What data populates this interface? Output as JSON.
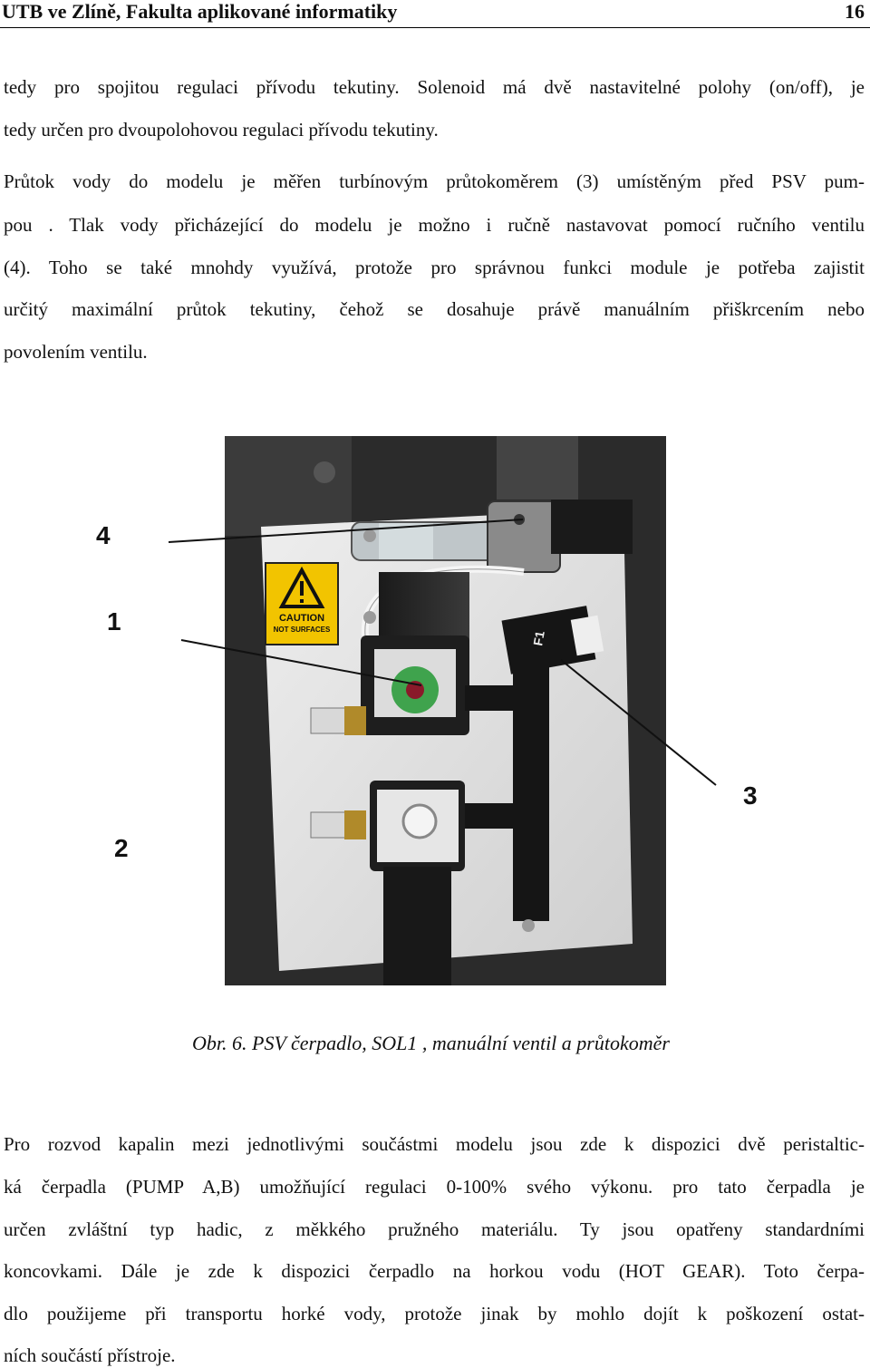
{
  "header": {
    "title": "UTB ve Zlíně, Fakulta aplikované informatiky",
    "page_number": "16"
  },
  "paragraph1": {
    "lines": [
      "tedy pro spojitou regulaci přívodu tekutiny. Solenoid má dvě nastavitelné polohy (on/off), je",
      "tedy určen pro dvoupolohovou regulaci přívodu tekutiny."
    ]
  },
  "paragraph2": {
    "lines": [
      "Průtok vody do modelu je měřen turbínovým průtokoměrem (3) umístěným před PSV pum-",
      "pou . Tlak vody přicházející do modelu je možno i ručně nastavovat pomocí ručního ventilu",
      "(4). Toho se také mnohdy využívá, protože pro správnou funkci module je potřeba zajistit",
      "určitý maximální průtok tekutiny, čehož se dosahuje právě manuálním přiškrcením nebo",
      "povolením ventilu."
    ]
  },
  "figure": {
    "callouts": [
      "4",
      "1",
      "2",
      "3"
    ],
    "caution_label": "CAUTION",
    "caution_sub": "NOT SURFACES",
    "flowmeter_label": "F1",
    "caption": "Obr. 6. PSV čerpadlo, SOL1 , manuální ventil a průtokoměr"
  },
  "paragraph3": {
    "lines": [
      "Pro rozvod kapalin mezi jednotlivými součástmi modelu jsou zde k dispozici dvě peristaltic-",
      "ká čerpadla (PUMP A,B) umožňující regulaci 0-100% svého výkonu. pro tato čerpadla je",
      "určen zvláštní typ hadic, z měkkého pružného materiálu. Ty jsou opatřeny standardními",
      "koncovkami. Dále je zde k dispozici čerpadlo na horkou vodu (HOT GEAR). Toto čerpa-",
      "dlo použijeme při transportu horké vody, protože jinak by mohlo dojít k poškození ostat-",
      "ních součástí přístroje."
    ]
  },
  "colors": {
    "text": "#111111",
    "caution_yellow": "#f2c400",
    "valve_green": "#3fa34d",
    "panel": "#e6e6e6",
    "housing": "#2a2a2a"
  }
}
